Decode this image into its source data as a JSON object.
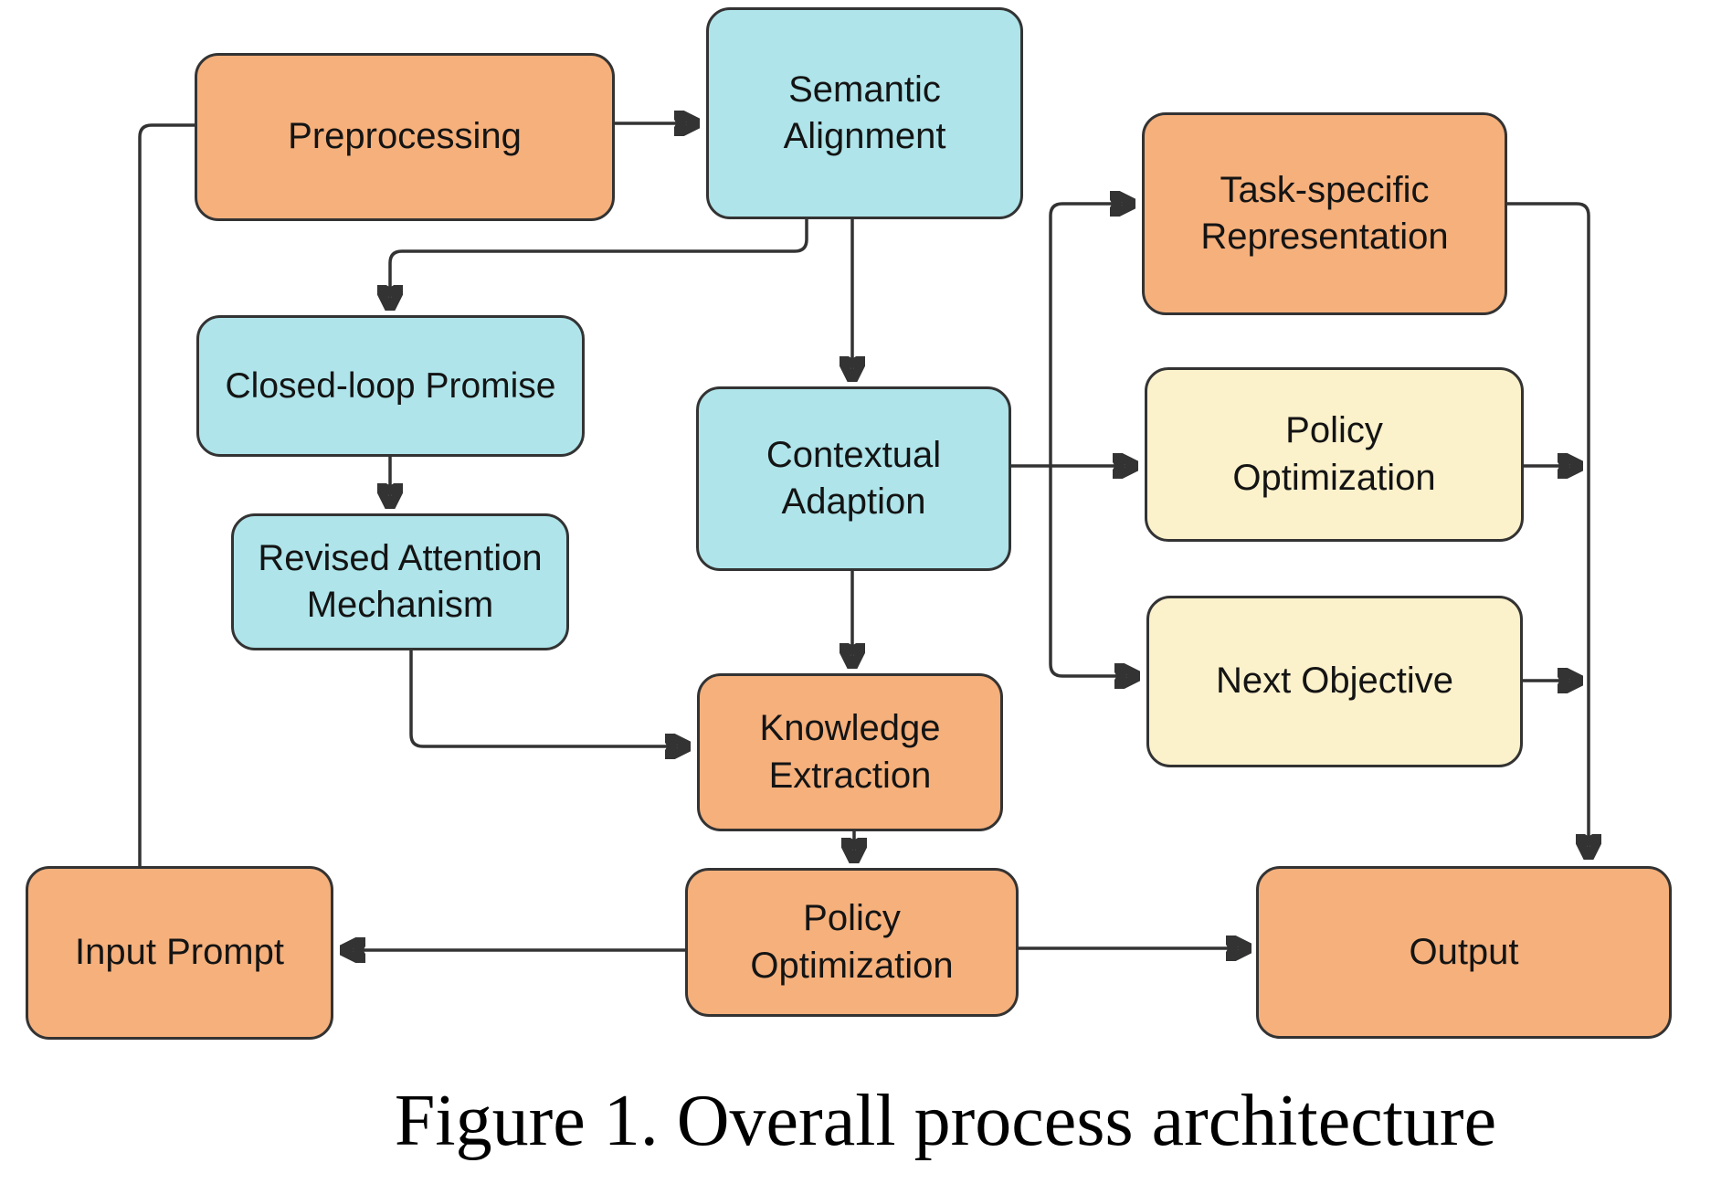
{
  "figure": {
    "caption": "Figure 1. Overall process architecture"
  },
  "theme": {
    "orange": "#F5B07C",
    "cyan": "#AEE4EA",
    "yellow": "#FBF1CB",
    "line": "#333333",
    "border": "#333333",
    "text": "#141414",
    "background": "#FFFFFF"
  },
  "nodes": {
    "preprocessing": {
      "label": "Preprocessing",
      "color": "orange"
    },
    "semantic_alignment": {
      "label": "Semantic Alignment",
      "color": "cyan"
    },
    "task_specific": {
      "label": "Task-specific Representation",
      "color": "orange"
    },
    "closed_loop": {
      "label": "Closed-loop Promise",
      "color": "cyan"
    },
    "contextual_adaption": {
      "label": "Contextual Adaption",
      "color": "cyan"
    },
    "policy_opt_mid": {
      "label": "Policy Optimization",
      "color": "yellow"
    },
    "revised_attention": {
      "label": "Revised Attention Mechanism",
      "color": "cyan"
    },
    "next_objective": {
      "label": "Next Objective",
      "color": "yellow"
    },
    "knowledge_extraction": {
      "label": "Knowledge Extraction",
      "color": "orange"
    },
    "input_prompt": {
      "label": "Input Prompt",
      "color": "orange"
    },
    "policy_opt_bottom": {
      "label": "Policy Optimization",
      "color": "orange"
    },
    "output": {
      "label": "Output",
      "color": "orange"
    }
  },
  "edges": [
    {
      "from": "preprocessing",
      "to": "semantic_alignment",
      "arrowhead": true
    },
    {
      "from": "semantic_alignment",
      "to": "closed_loop",
      "arrowhead": true
    },
    {
      "from": "semantic_alignment",
      "to": "contextual_adaption",
      "arrowhead": true
    },
    {
      "from": "closed_loop",
      "to": "revised_attention",
      "arrowhead": true
    },
    {
      "from": "revised_attention",
      "to": "knowledge_extraction",
      "arrowhead": true
    },
    {
      "from": "contextual_adaption",
      "to": "knowledge_extraction",
      "arrowhead": true
    },
    {
      "from": "contextual_adaption",
      "to": "task_specific",
      "arrowhead": true
    },
    {
      "from": "contextual_adaption",
      "to": "policy_opt_mid",
      "arrowhead": true
    },
    {
      "from": "contextual_adaption",
      "to": "next_objective",
      "arrowhead": true
    },
    {
      "from": "task_specific",
      "to": "output",
      "arrowhead": true
    },
    {
      "from": "policy_opt_mid",
      "to": "output",
      "arrowhead": true
    },
    {
      "from": "next_objective",
      "to": "output",
      "arrowhead": true
    },
    {
      "from": "knowledge_extraction",
      "to": "policy_opt_bottom",
      "arrowhead": true
    },
    {
      "from": "policy_opt_bottom",
      "to": "input_prompt",
      "arrowhead": true
    },
    {
      "from": "policy_opt_bottom",
      "to": "output",
      "arrowhead": true
    },
    {
      "from": "input_prompt",
      "to": "preprocessing",
      "arrowhead": false
    }
  ]
}
